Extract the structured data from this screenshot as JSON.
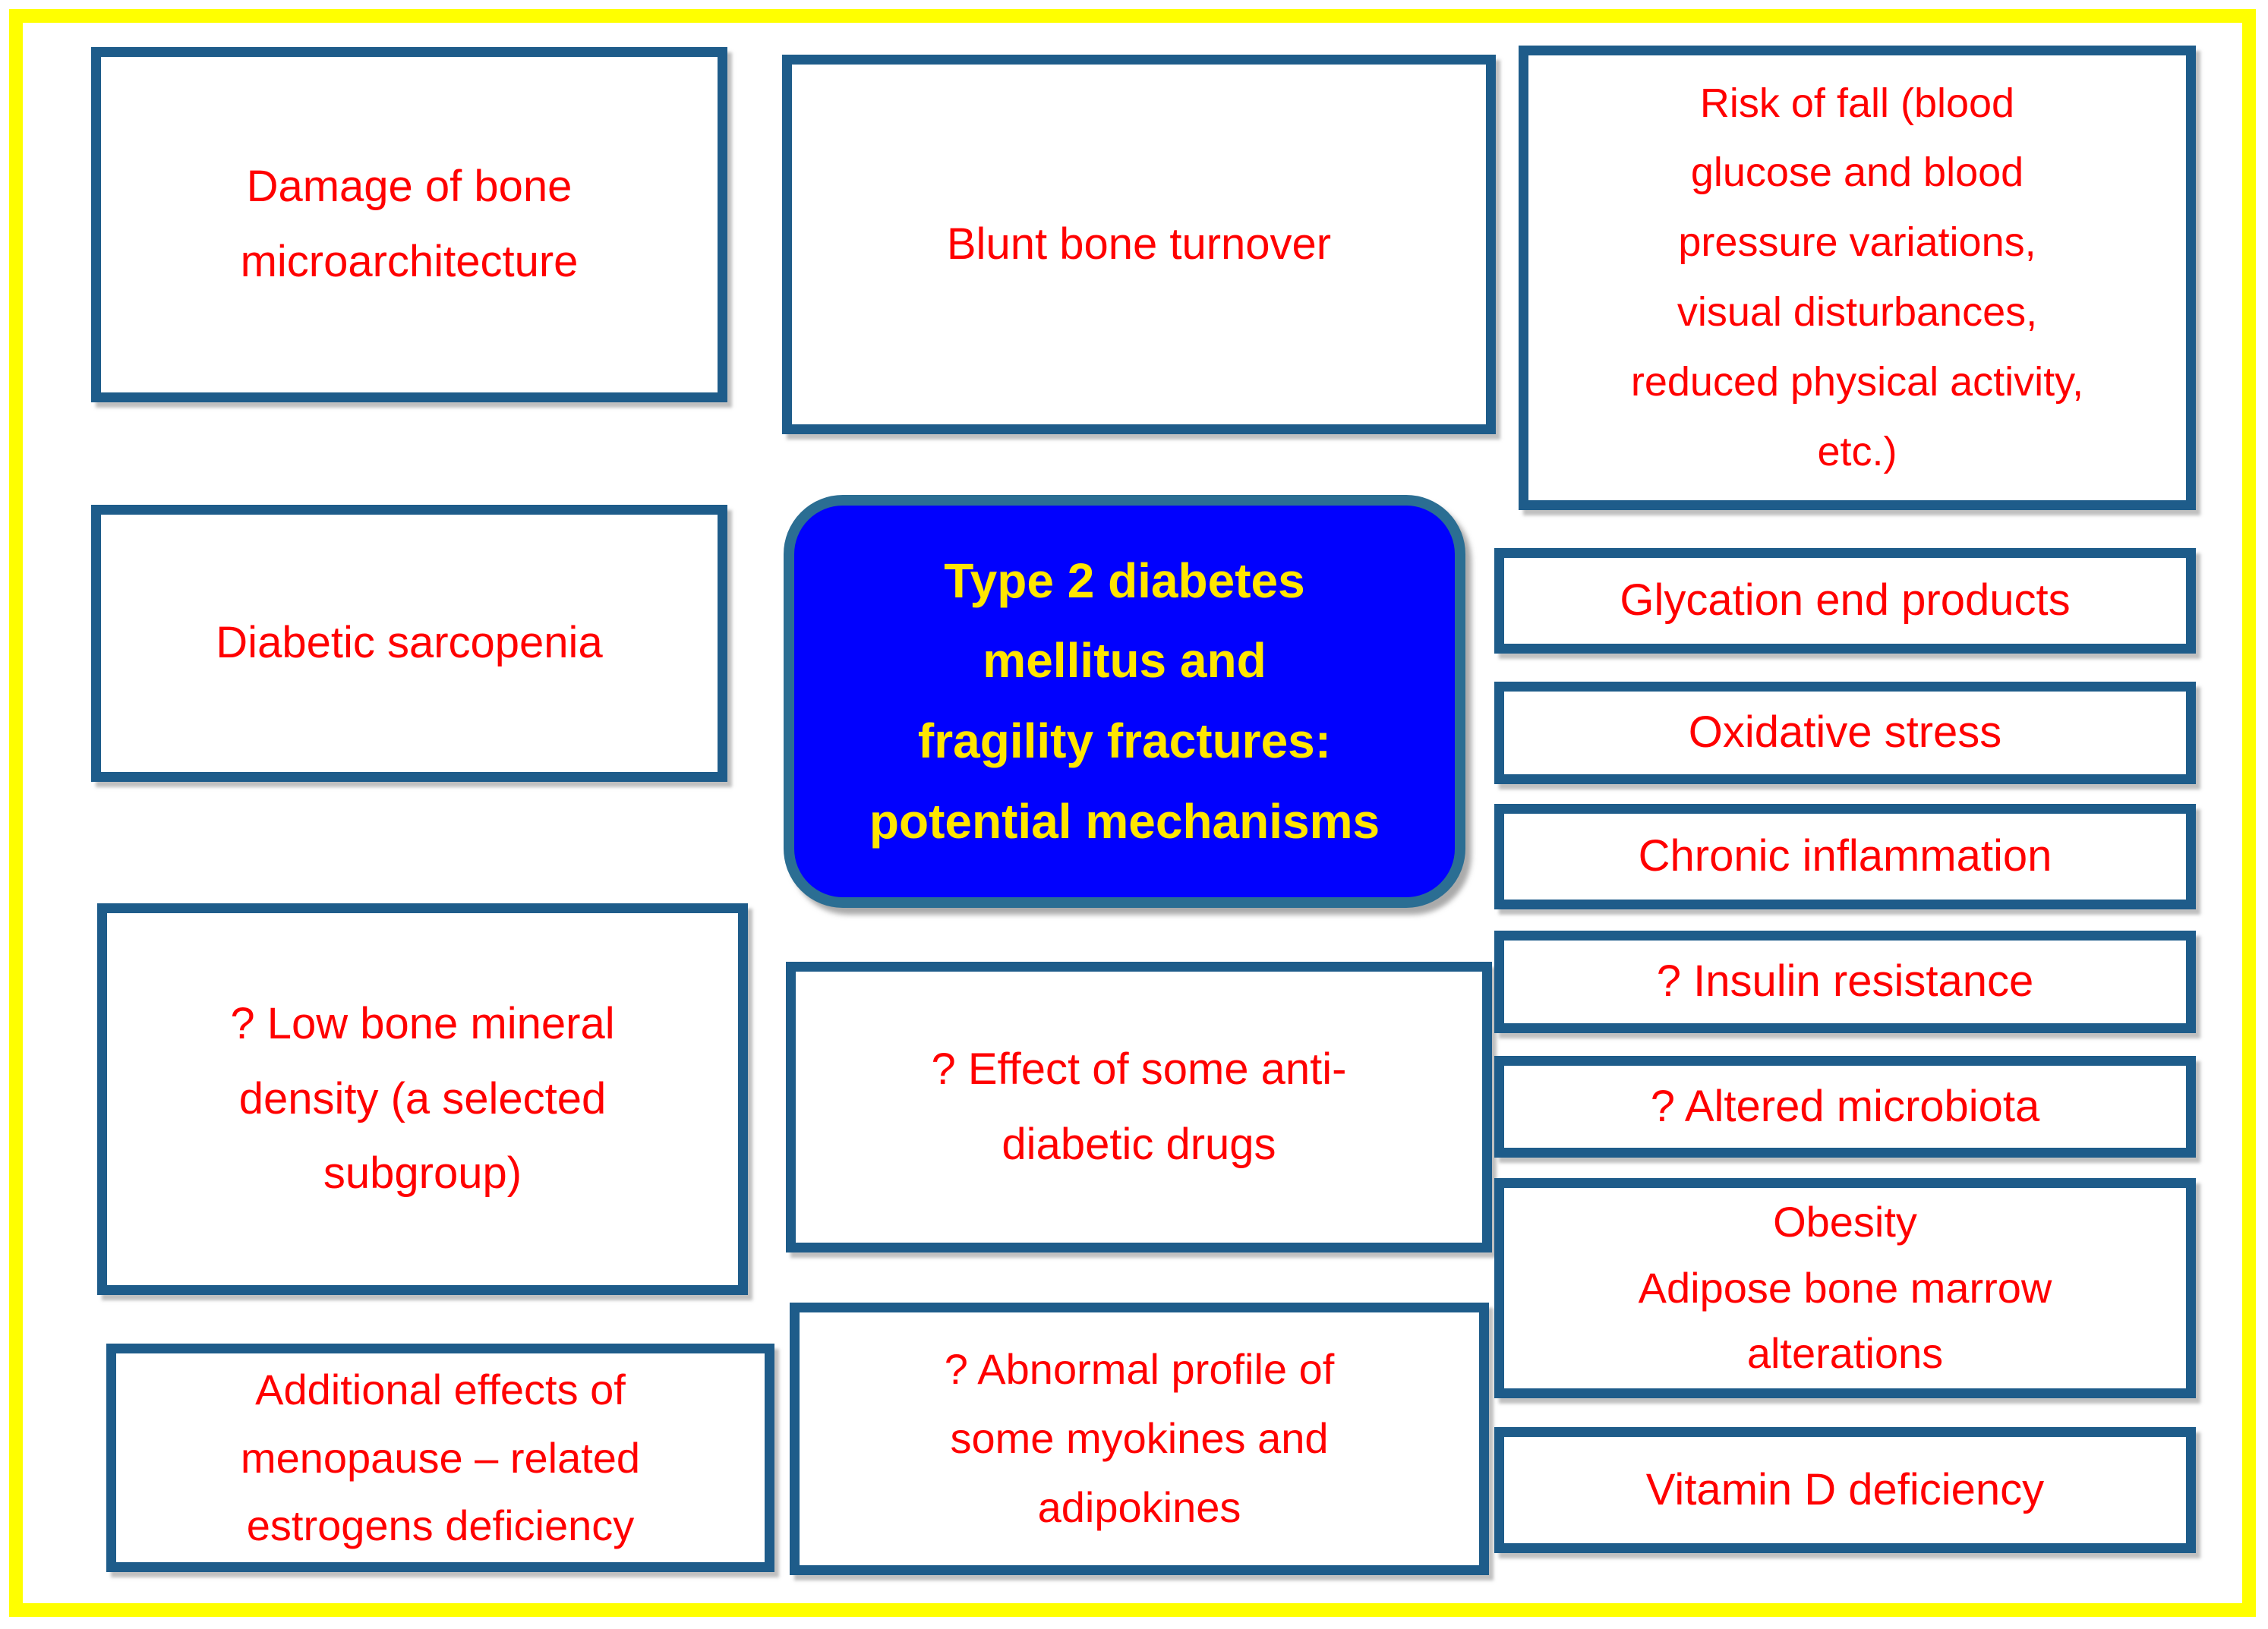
{
  "diagram": {
    "title": "Type 2 diabetes mellitus and fragility fractures: potential mechanisms",
    "center_box": {
      "label": "Type 2 diabetes\nmellitus and\nfragility fractures:\npotential mechanisms"
    },
    "left_column": [
      {
        "label": "Damage of bone\nmicroarchitecture"
      },
      {
        "label": "Diabetic sarcopenia"
      },
      {
        "label": "? Low bone mineral\ndensity (a selected\nsubgroup)"
      },
      {
        "label": "Additional effects of\nmenopause – related\nestrogens deficiency"
      }
    ],
    "middle_column": [
      {
        "label": "Blunt bone turnover"
      },
      {
        "label": "? Effect of some anti-\ndiabetic drugs"
      },
      {
        "label": "? Abnormal profile of\nsome myokines and\nadipokines"
      }
    ],
    "right_column": [
      {
        "label": "Risk of fall (blood\nglucose and blood\npressure variations,\nvisual disturbances,\nreduced physical activity,\netc.)"
      },
      {
        "label": "Glycation end products"
      },
      {
        "label": "Oxidative stress"
      },
      {
        "label": "Chronic inflammation"
      },
      {
        "label": "? Insulin resistance"
      },
      {
        "label": "? Altered microbiota"
      },
      {
        "label": "Obesity\nAdipose bone marrow\nalterations"
      },
      {
        "label": "Vitamin D deficiency"
      }
    ],
    "colors": {
      "frame_yellow": "#FFFF00",
      "box_border_blue": "#1E5C8A",
      "center_fill_blue": "#0101FE",
      "center_border_teal": "#2B6E93",
      "box_text_red": "#FF0000",
      "center_text_yellow": "#FFE500",
      "background_white": "#FFFFFF"
    }
  }
}
